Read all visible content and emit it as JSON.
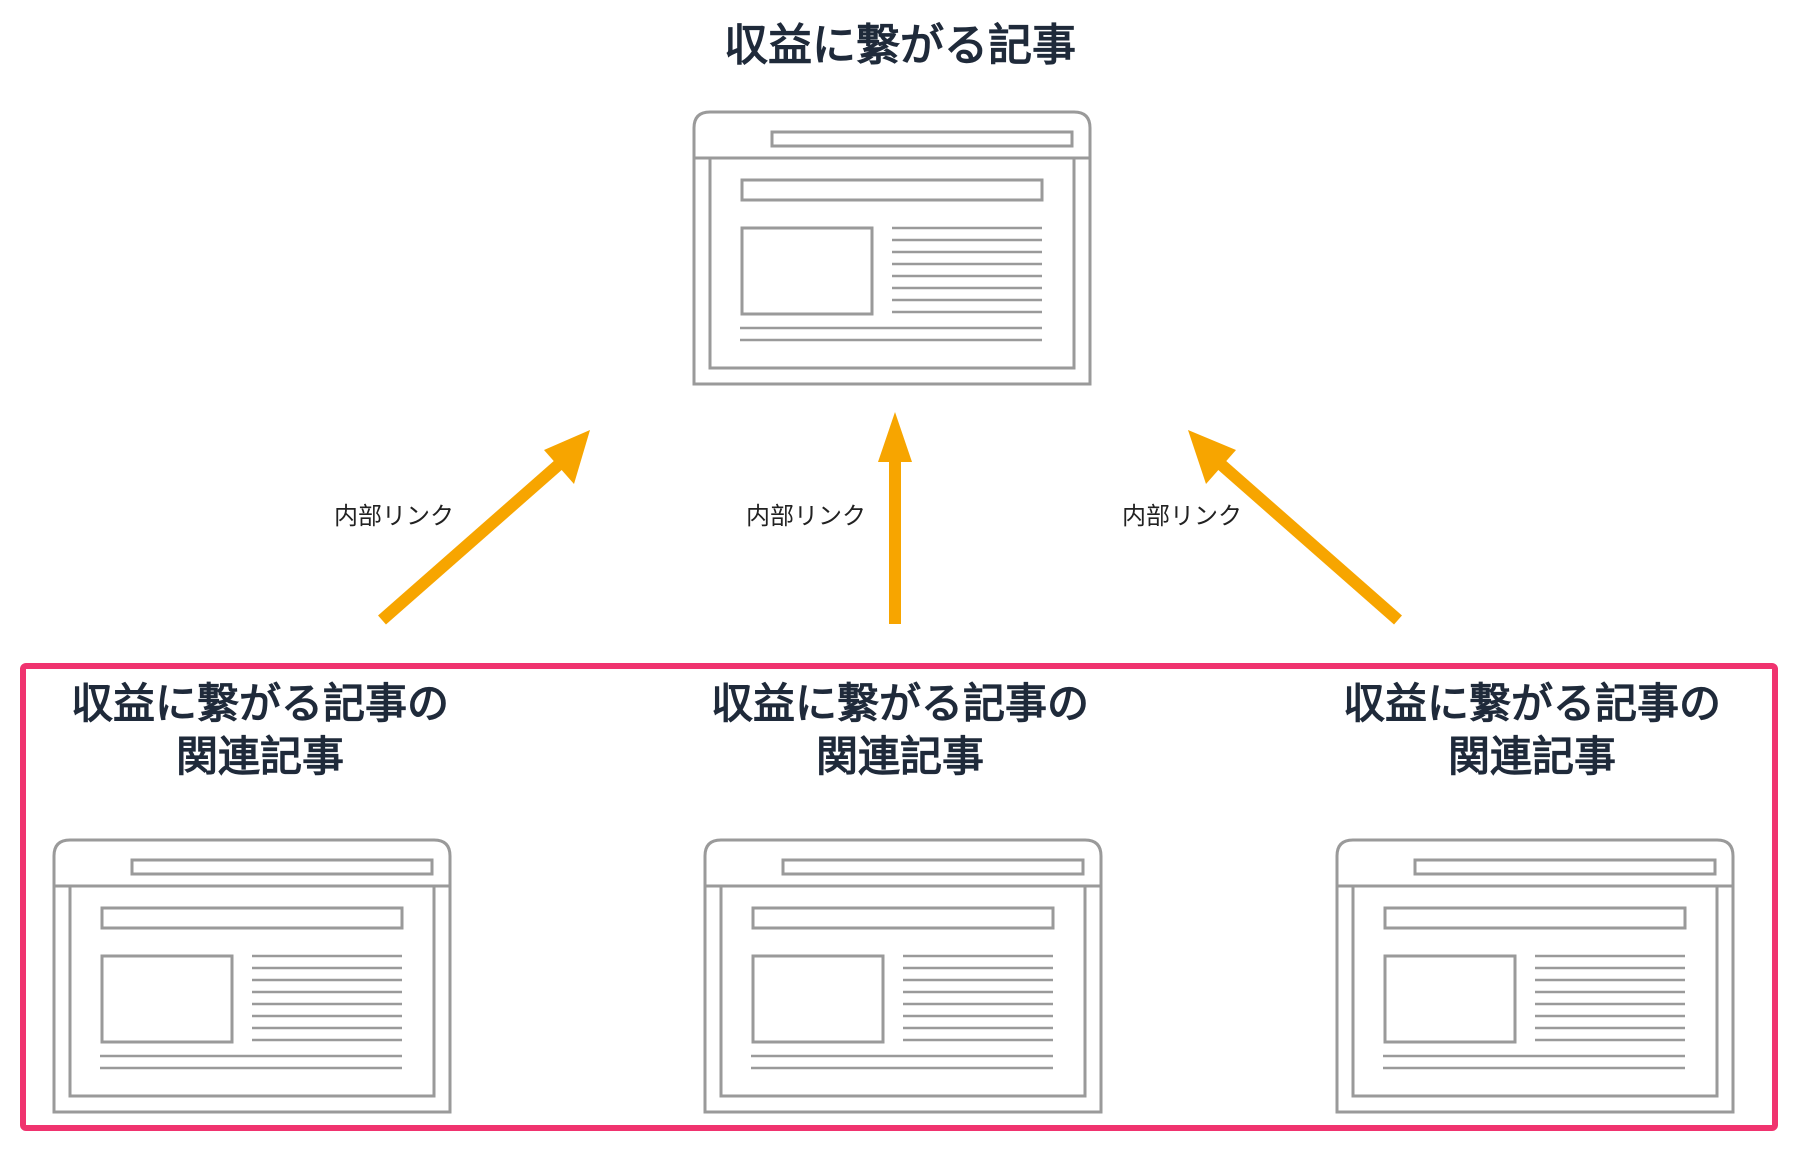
{
  "diagram": {
    "hub": {
      "title": "収益に繋がる記事"
    },
    "related": [
      {
        "title_line1": "収益に繋がる記事の",
        "title_line2": "関連記事"
      },
      {
        "title_line1": "収益に繋がる記事の",
        "title_line2": "関連記事"
      },
      {
        "title_line1": "収益に繋がる記事の",
        "title_line2": "関連記事"
      }
    ],
    "links": [
      {
        "label": "内部リンク"
      },
      {
        "label": "内部リンク"
      },
      {
        "label": "内部リンク"
      }
    ]
  },
  "colors": {
    "arrow": "#f7a500",
    "frame": "#f0336f",
    "wireframe": "#9a9a9a",
    "text": "#1f2a3a"
  },
  "icons": [
    "webpage-wireframe-icon",
    "arrow-icon"
  ]
}
